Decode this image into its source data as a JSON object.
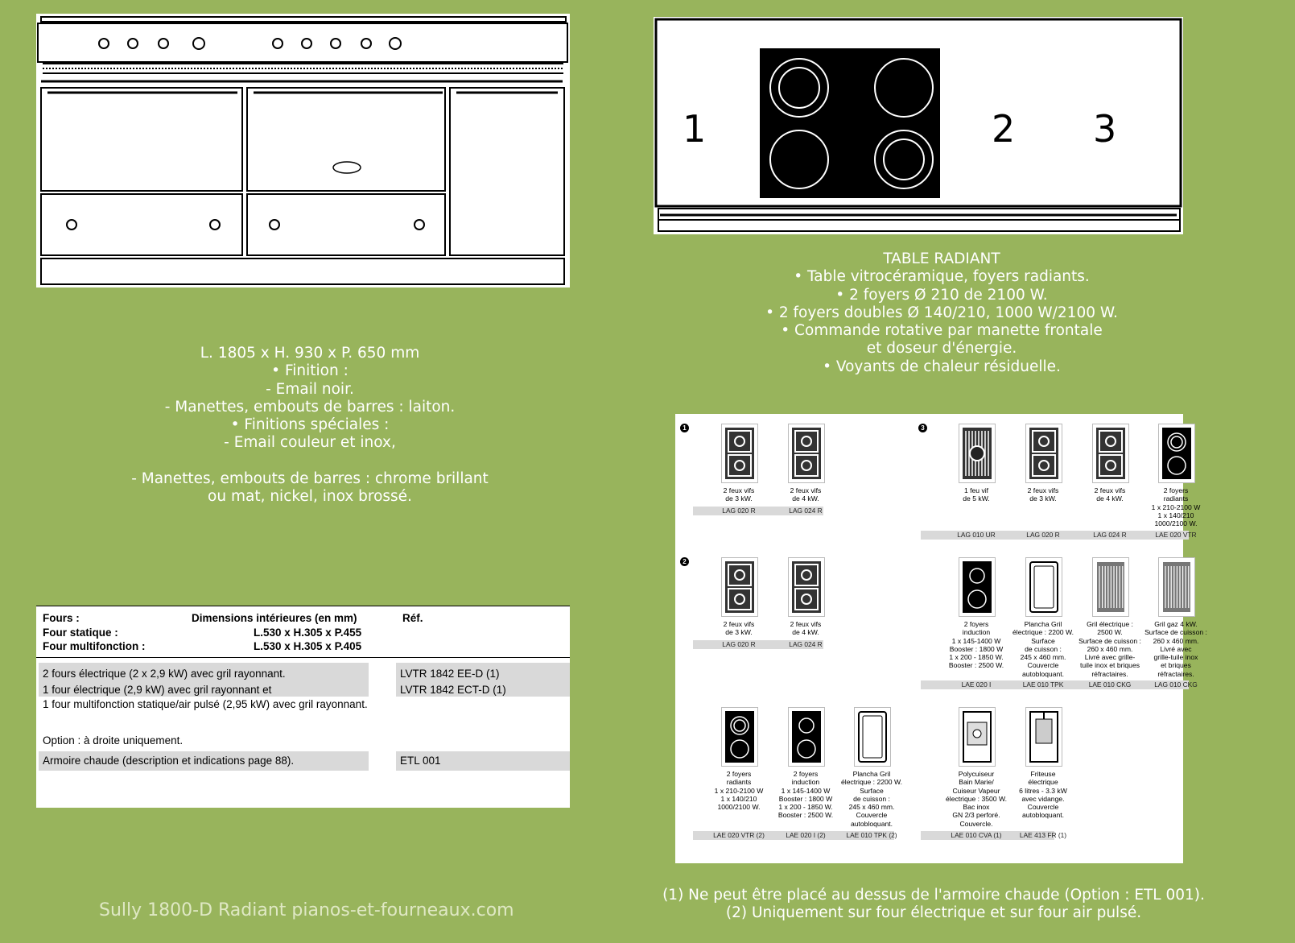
{
  "range_specs": {
    "lines": [
      "L. 1805 x H. 930 x P. 650 mm",
      "• Finition :",
      "- Email noir.",
      "- Manettes, embouts de barres : laiton.",
      "• Finitions spéciales :",
      "- Email couleur et inox,",
      "",
      "- Manettes, embouts de barres : chrome brillant",
      "ou mat, nickel, inox brossé."
    ]
  },
  "cooktop": {
    "zone_numbers": [
      "1",
      "2",
      "3"
    ],
    "lines": [
      "TABLE RADIANT",
      "• Table vitrocéramique, foyers radiants.",
      "• 2 foyers Ø 210 de 2100 W.",
      "• 2 foyers doubles Ø 140/210, 1000 W/2100 W.",
      "• Commande rotative par manette frontale",
      "et doseur d'énergie.",
      "• Voyants de chaleur résiduelle."
    ]
  },
  "oven_table": {
    "header": {
      "ovens_label": "Fours :",
      "dims_label": "Dimensions intérieures (en mm)",
      "ref_label": "Réf.",
      "static_label": "Four statique :",
      "static_dims": "L.530 x H.305 x P.455",
      "multi_label": "Four multifonction :",
      "multi_dims": "L.530 x H.305 x P.405"
    },
    "rows": [
      {
        "desc": "2 fours électrique (2 x 2,9 kW) avec gril rayonnant.",
        "ref": "LVTR 1842 EE-D (1)"
      },
      {
        "desc": "1 four électrique (2,9 kW) avec gril rayonnant et",
        "desc2": "1 four multifonction statique/air pulsé (2,95 kW) avec gril rayonnant.",
        "desc3": "Option : à droite uniquement.",
        "ref": "LVTR 1842 ECT-D (1)"
      },
      {
        "desc": "Armoire chaude (description et indications page 88).",
        "ref": "ETL 001"
      }
    ]
  },
  "modules": {
    "markers": [
      "1",
      "2",
      "3"
    ],
    "items": [
      {
        "desc": "2 feux vifs\nde 3 kW.",
        "ref": "LAG 020 R",
        "icon": "gas-burners-icon"
      },
      {
        "desc": "2 feux vifs\nde 4 kW.",
        "ref": "LAG 024 R",
        "icon": "gas-burners-icon"
      },
      {
        "desc": "1 feu vif\nde 5 kW.",
        "ref": "LAG 010 UR",
        "icon": "wok-burner-icon"
      },
      {
        "desc": "2 feux vifs\nde 3 kW.",
        "ref": "LAG 020 R",
        "icon": "gas-burners-icon"
      },
      {
        "desc": "2 feux vifs\nde 4 kW.",
        "ref": "LAG 024 R",
        "icon": "gas-burners-icon"
      },
      {
        "desc": "2 foyers\nradiants\n1 x 210-2100 W\n1 x 140/210\n1000/2100 W.",
        "ref": "LAE 020 VTR",
        "icon": "radiant-hob-icon"
      },
      {
        "desc": "2 feux vifs\nde 3 kW.",
        "ref": "LAG 020 R",
        "icon": "gas-burners-icon"
      },
      {
        "desc": "2 feux vifs\nde 4 kW.",
        "ref": "LAG 024 R",
        "icon": "gas-burners-icon"
      },
      {
        "desc": "2 foyers\ninduction\n1 x 145-1400 W\nBooster : 1800 W\n1 x 200 - 1850 W.\nBooster : 2500 W.",
        "ref": "LAE 020 I",
        "icon": "induction-hob-icon"
      },
      {
        "desc": "Plancha Gril\nélectrique : 2200 W.\nSurface\nde cuisson :\n245 x 460 mm.\nCouvercle\nautobloquant.",
        "ref": "LAE 010 TPK",
        "icon": "plancha-icon"
      },
      {
        "desc": "Gril électrique :\n2500 W.\nSurface de cuisson :\n260 x 460 mm.\nLivré avec grille-\ntuile inox et briques\nréfractaires.",
        "ref": "LAE 010 CKG",
        "icon": "grill-icon"
      },
      {
        "desc": "Gril gaz 4 kW.\nSurface de cuisson :\n260 x 460 mm.\nLivré avec\ngrille-tuile inox\net briques\nréfractaires.",
        "ref": "LAG 010 CKG",
        "icon": "grill-icon"
      },
      {
        "desc": "2 foyers\nradiants\n1 x 210-2100 W\n1 x 140/210\n1000/2100 W.",
        "ref": "LAE 020 VTR (2)",
        "icon": "radiant-hob-icon"
      },
      {
        "desc": "2 foyers\ninduction\n1 x 145-1400 W\nBooster : 1800 W\n1 x 200 - 1850 W.\nBooster : 2500 W.",
        "ref": "LAE 020 I (2)",
        "icon": "induction-hob-icon"
      },
      {
        "desc": "Plancha Gril\nélectrique : 2200 W.\nSurface\nde cuisson :\n245 x 460 mm.\nCouvercle\nautobloquant.",
        "ref": "LAE 010 TPK (2)",
        "icon": "plancha-icon"
      },
      {
        "desc": "Polycuiseur\nBain Marie/\nCuiseur Vapeur\nélectrique : 3500 W.\nBac inox\nGN 2/3 perforé.\nCouvercle.",
        "ref": "LAE 010 CVA (1)",
        "icon": "multicooker-icon"
      },
      {
        "desc": "Friteuse\nélectrique\n6 litres - 3.3 kW\navec vidange.\nCouvercle\nautobloquant.",
        "ref": "LAE 413 FR (1)",
        "icon": "fryer-icon"
      }
    ]
  },
  "footnotes": [
    "(1) Ne peut être placé au dessus de l'armoire chaude (Option : ETL 001).",
    "(2) Uniquement sur four électrique et sur four air pulsé."
  ],
  "footer": {
    "text": "Sully 1800-D Radiant pianos-et-fourneaux.com"
  }
}
